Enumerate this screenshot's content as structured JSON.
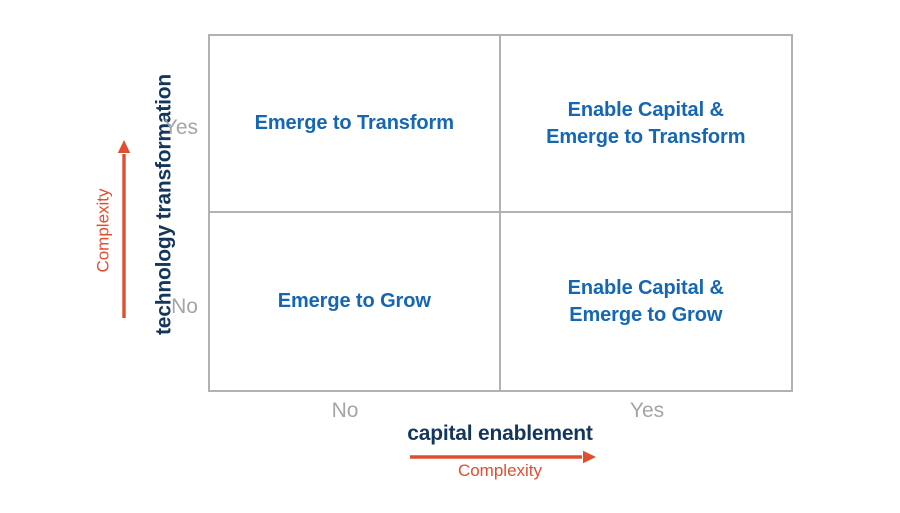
{
  "chart_data": {
    "type": "table",
    "title": "",
    "xlabel": "capital enablement",
    "ylabel": "technology transformation",
    "x_categories": [
      "No",
      "Yes"
    ],
    "y_categories": [
      "No",
      "Yes"
    ],
    "cells": [
      {
        "x": "No",
        "y": "Yes",
        "label": "Emerge to Transform"
      },
      {
        "x": "Yes",
        "y": "Yes",
        "label": "Enable Capital & Emerge to Transform"
      },
      {
        "x": "No",
        "y": "No",
        "label": "Emerge to Grow"
      },
      {
        "x": "Yes",
        "y": "No",
        "label": "Enable Capital & Emerge to Grow"
      }
    ],
    "annotations": [
      {
        "axis": "x",
        "text": "Complexity",
        "direction": "increasing-right"
      },
      {
        "axis": "y",
        "text": "Complexity",
        "direction": "increasing-up"
      }
    ],
    "grid": true,
    "legend": "none"
  },
  "matrix": {
    "quadrants": {
      "top_left": {
        "line1": "Emerge to Transform",
        "line2": ""
      },
      "top_right": {
        "line1": "Enable Capital &",
        "line2": "Emerge to Transform"
      },
      "bottom_left": {
        "line1": "Emerge to Grow",
        "line2": ""
      },
      "bottom_right": {
        "line1": "Enable Capital &",
        "line2": "Emerge to Grow"
      }
    }
  },
  "y_axis": {
    "title": "technology transformation",
    "complexity_label": "Complexity",
    "ticks": {
      "high": "Yes",
      "low": "No"
    }
  },
  "x_axis": {
    "title": "capital enablement",
    "complexity_label": "Complexity",
    "ticks": {
      "low": "No",
      "high": "Yes"
    }
  },
  "colors": {
    "quadrant_text": "#1567b3",
    "axis_title": "#14365c",
    "tick_label": "#a3a6a9",
    "accent_complexity": "#e04e30",
    "grid_line": "#b0b2b5",
    "background": "#ffffff"
  }
}
